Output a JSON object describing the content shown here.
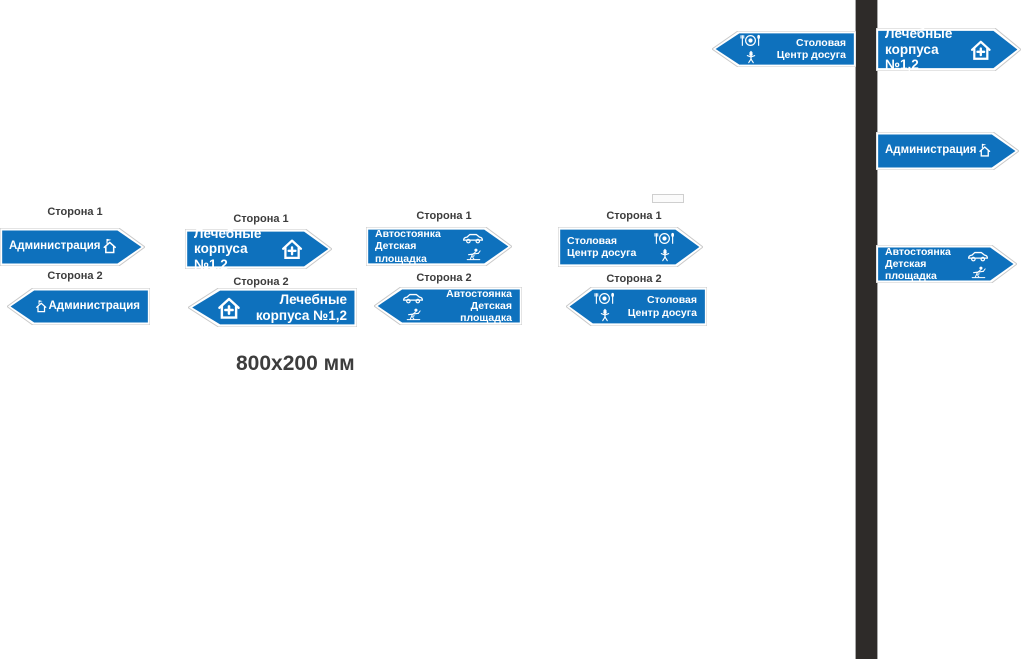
{
  "colors": {
    "sign_blue": "#0e71bd",
    "pole_dark": "#2e2b29",
    "text_dark": "#3d3d3d",
    "sign_text": "#ffffff"
  },
  "labels": {
    "side1": "Сторона 1",
    "side2": "Сторона 2",
    "size": "800x200 мм"
  },
  "signs": {
    "administration": {
      "lines": [
        "Администрация"
      ],
      "icon": "house-flag-icon"
    },
    "medical": {
      "lines": [
        "Лечебные",
        "корпуса №1,2"
      ],
      "icon": "house-plus-icon"
    },
    "parking": {
      "lines": [
        "Автостоянка",
        "Детская площадка"
      ],
      "icons": [
        "car-icon",
        "playground-icon"
      ]
    },
    "canteen": {
      "lines": [
        "Столовая",
        "Центр досуга"
      ],
      "icons": [
        "dining-icon",
        "leisure-icon"
      ]
    }
  }
}
